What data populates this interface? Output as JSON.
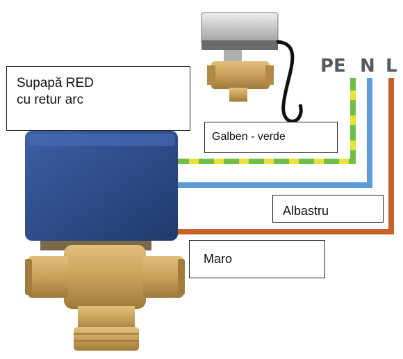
{
  "labels": {
    "valve_title_line1": "Supapă RED",
    "valve_title_line2": "cu retur arc",
    "wire_pe": "Galben - verde",
    "wire_n": "Albastru",
    "wire_l": "Maro"
  },
  "terminals": {
    "pe": "PE",
    "n": "N",
    "l": "L"
  },
  "colors": {
    "pe_yellow": "#e8e23a",
    "pe_green": "#6fbf4a",
    "neutral_blue": "#5a9bd8",
    "live_brown": "#c8602a",
    "actuator_blue": "#2c4a86",
    "brass": "#c9a05a"
  }
}
